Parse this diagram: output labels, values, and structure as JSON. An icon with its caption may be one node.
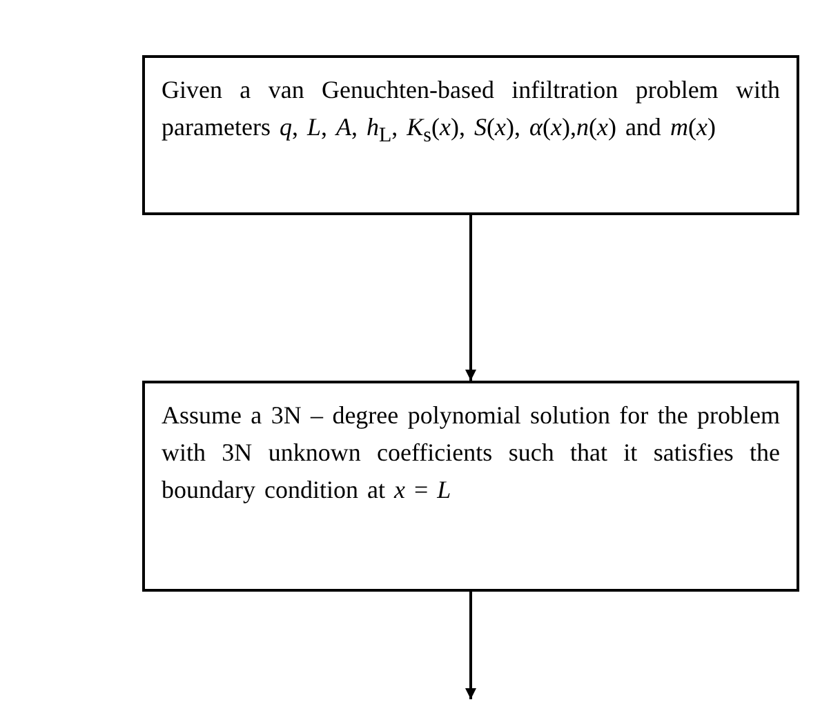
{
  "diagram": {
    "nodes": [
      {
        "text": [
          "Given a van Genuchten-based infiltration problem with parameters *q*, *L*, *A*, *h*$_{L}$, *K*$_{s}$(*x*), *S*(*x*), *α*(*x*),*n*(*x*) and *m*(*x*)"
        ]
      },
      {
        "text": [
          "Assume a 3N – degree polynomial solution for the problem with 3N unknown coefficients such that it satisfies the boundary condition at *x* = *L*"
        ]
      }
    ],
    "edges": [
      {
        "from": 0,
        "to": 1,
        "arrow": "to"
      },
      {
        "from": 1,
        "to": null,
        "arrow": "to"
      }
    ]
  }
}
